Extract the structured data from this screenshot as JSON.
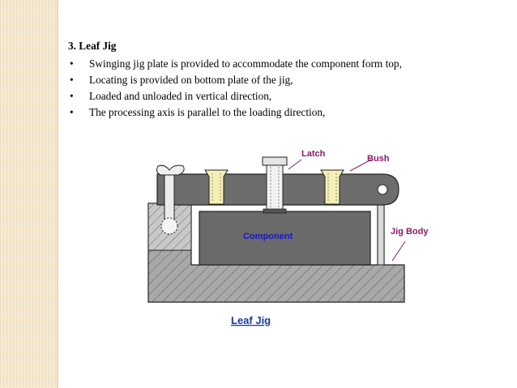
{
  "slide": {
    "heading": "3.  Leaf Jig",
    "bullet_marker": "•",
    "bullets": [
      "Swinging jig plate is provided to accommodate the component form top,",
      "Locating is provided on bottom plate of the jig,",
      "Loaded and unloaded in vertical direction,",
      "The processing axis is parallel to the loading direction,"
    ]
  },
  "diagram": {
    "labels": {
      "latch": "Latch",
      "bush": "Bush",
      "component": "Component",
      "jig_body": "Jig Body",
      "caption": "Leaf Jig"
    },
    "colors": {
      "leaf_plate": "#6d6d6d",
      "component": "#6a6a6a",
      "base": "#a9a9a9",
      "bush": "#f6efb4",
      "label_blue": "#1818c8",
      "label_magenta": "#8a1a6a",
      "caption_blue": "#1a3a9a"
    }
  }
}
